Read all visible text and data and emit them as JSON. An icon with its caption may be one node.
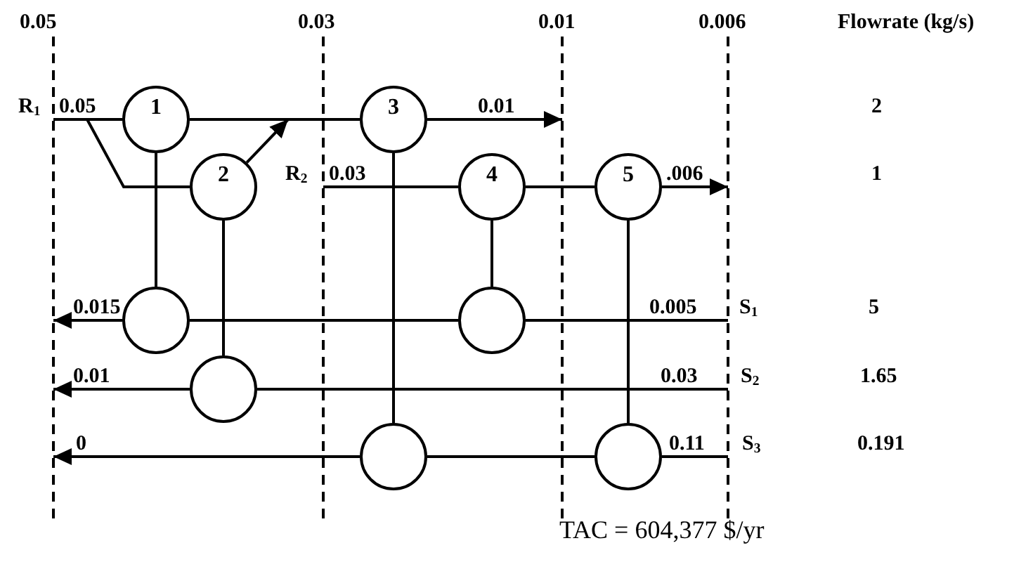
{
  "diagram": {
    "nodes": [
      {
        "text": [
          "1"
        ]
      },
      {
        "text": [
          "2"
        ]
      },
      {
        "text": [
          "3"
        ]
      },
      {
        "text": [
          "4"
        ]
      },
      {
        "text": [
          "5"
        ]
      },
      {
        "text": [],
        "shape": "circle"
      },
      {
        "text": [],
        "shape": "circle"
      },
      {
        "text": [],
        "shape": "circle"
      },
      {
        "text": [],
        "shape": "circle"
      },
      {
        "text": [],
        "shape": "circle"
      },
      {
        "text": [
          "0.05"
        ]
      },
      {
        "text": [
          "0.01"
        ]
      },
      {
        "text": [
          "0.03"
        ]
      },
      {
        "text": [
          ".006"
        ]
      },
      {
        "text": [
          "0.015"
        ]
      },
      {
        "text": [
          "0.005"
        ]
      },
      {
        "text": [
          "0.01"
        ]
      },
      {
        "text": [
          "0.03"
        ]
      },
      {
        "text": [
          "0"
        ]
      },
      {
        "text": [
          "0.11"
        ]
      }
    ],
    "edges": [
      {
        "from": 10,
        "to": 0,
        "arrow": "none"
      },
      {
        "from": 10,
        "to": 1,
        "arrow": "none"
      },
      {
        "from": 0,
        "to": 2,
        "arrow": "none"
      },
      {
        "from": 1,
        "to": null,
        "arrow": "to"
      },
      {
        "from": 2,
        "to": 11,
        "arrow": "to"
      },
      {
        "from": 12,
        "to": 3,
        "arrow": "none"
      },
      {
        "from": 3,
        "to": 4,
        "arrow": "none"
      },
      {
        "from": 4,
        "to": 13,
        "arrow": "to"
      },
      {
        "from": 15,
        "to": 6,
        "arrow": "none"
      },
      {
        "from": 6,
        "to": 5,
        "arrow": "none"
      },
      {
        "from": 5,
        "to": 14,
        "arrow": "to"
      },
      {
        "from": 17,
        "to": 7,
        "arrow": "none"
      },
      {
        "from": 7,
        "to": 16,
        "arrow": "to"
      },
      {
        "from": 19,
        "to": 9,
        "arrow": "none"
      },
      {
        "from": 9,
        "to": 8,
        "arrow": "none"
      },
      {
        "from": 8,
        "to": 18,
        "arrow": "to"
      },
      {
        "from": 0,
        "to": 5,
        "arrow": "none"
      },
      {
        "from": 1,
        "to": 7,
        "arrow": "none"
      },
      {
        "from": 2,
        "to": 8,
        "arrow": "none"
      },
      {
        "from": 3,
        "to": 6,
        "arrow": "none"
      },
      {
        "from": 4,
        "to": 9,
        "arrow": "none"
      }
    ],
    "labels": [
      "0.05",
      "0.03",
      "0.01",
      "0.006",
      "Flowrate (kg/s)",
      "R$_{1}$",
      "2",
      "R$_{2}$",
      "1",
      "S$_{1}$",
      "5",
      "S$_{2}$",
      "1.65",
      "S$_{3}$",
      "0.191",
      "TAC = 604,377 $/yr"
    ]
  }
}
